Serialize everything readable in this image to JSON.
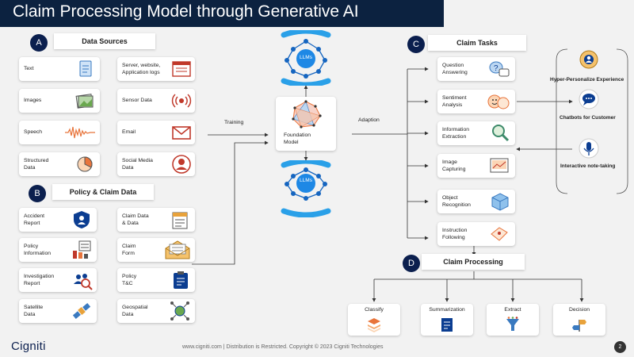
{
  "title": "Claim Processing Model through Generative AI",
  "sections": {
    "a": {
      "letter": "A",
      "title": "Data Sources"
    },
    "b": {
      "letter": "B",
      "title": "Policy & Claim Data"
    },
    "c": {
      "letter": "C",
      "title": "Claim Tasks"
    },
    "d": {
      "letter": "D",
      "title": "Claim Processing"
    }
  },
  "data_sources": [
    {
      "label": "Text",
      "icon": "document-icon"
    },
    {
      "label": "Server, website,\nApplication logs",
      "icon": "browser-window-icon"
    },
    {
      "label": "Images",
      "icon": "photo-icon"
    },
    {
      "label": "Sensor Data",
      "icon": "signal-icon"
    },
    {
      "label": "Speech",
      "icon": "sound-wave-icon"
    },
    {
      "label": "Email",
      "icon": "envelope-icon"
    },
    {
      "label": "Structured\nData",
      "icon": "pie-chart-icon"
    },
    {
      "label": "Social Media\nData",
      "icon": "user-profile-icon"
    }
  ],
  "policy_claim_data": [
    {
      "label": "Accident\nReport",
      "icon": "shield-person-icon"
    },
    {
      "label": "Claim Data\n& Data",
      "icon": "checklist-icon"
    },
    {
      "label": "Policy\nInformation",
      "icon": "form-bars-icon"
    },
    {
      "label": "Claim\nForm",
      "icon": "open-envelope-icon"
    },
    {
      "label": "Investigation\nReport",
      "icon": "magnifier-people-icon"
    },
    {
      "label": "Policy\nT&C",
      "icon": "clipboard-icon"
    },
    {
      "label": "Satellite\nData",
      "icon": "satellite-icon"
    },
    {
      "label": "Geospatial\nData",
      "icon": "globe-network-icon"
    }
  ],
  "flow": {
    "training": "Training",
    "adaption": "Adaption",
    "foundation_model": "Foundation\nModel",
    "llm_top": "LLMs",
    "llm_bottom": "LLMs"
  },
  "claim_tasks": [
    {
      "label": "Question\nAnswering",
      "icon": "question-chat-icon"
    },
    {
      "label": "Sentiment\nAnalysis",
      "icon": "faces-icon"
    },
    {
      "label": "Information\nExtraction",
      "icon": "magnifier-icon"
    },
    {
      "label": "Image\nCapturing",
      "icon": "image-frame-icon"
    },
    {
      "label": "Object\nRecognition",
      "icon": "cube-icon"
    },
    {
      "label": "Instruction\nFollowing",
      "icon": "map-hand-icon"
    }
  ],
  "experiences": [
    {
      "label": "Hyper-Personalize Experience",
      "icon": "gear-person-icon"
    },
    {
      "label": "Chatbots for Customer",
      "icon": "chat-bubble-icon"
    },
    {
      "label": "Interactive note-taking",
      "icon": "microphone-icon"
    }
  ],
  "claim_processing": [
    {
      "label": "Classify",
      "icon": "stacked-layers-icon"
    },
    {
      "label": "Summarization",
      "icon": "summary-doc-icon"
    },
    {
      "label": "Extract",
      "icon": "funnel-icon"
    },
    {
      "label": "Decision",
      "icon": "decision-signpost-icon"
    }
  ],
  "footer": {
    "logo": "Cigniti",
    "text": "www.cigniti.com  |  Distribution is Restricted. Copyright © 2023  Cigniti Technologies",
    "page": "2"
  },
  "colors": {
    "navy": "#0c2240",
    "badge": "#0b1f4e",
    "llm_blue": "#1e88e5",
    "orange": "#e8743b"
  }
}
